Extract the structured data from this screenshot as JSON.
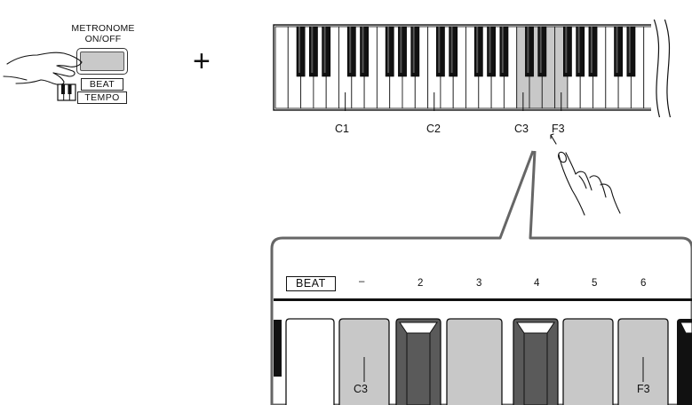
{
  "metronome_panel": {
    "title_line1": "METRONOME",
    "title_line2": "ON/OFF",
    "beat_label": "BEAT",
    "tempo_label": "TEMPO"
  },
  "plus_sign": "+",
  "keyboard": {
    "octave_labels": [
      "C1",
      "C2",
      "C3"
    ],
    "f3_label": "F3",
    "highlight_range": "C3–F3"
  },
  "zoom": {
    "beat_label": "BEAT",
    "beat_numbers": [
      "–",
      "2",
      "3",
      "4",
      "5",
      "6"
    ],
    "key_labels": [
      "C3",
      "F3"
    ]
  },
  "colors": {
    "highlight": "#c8c8c8",
    "black_key": "#111111",
    "zoom_black_key": "#5a5a5a"
  }
}
